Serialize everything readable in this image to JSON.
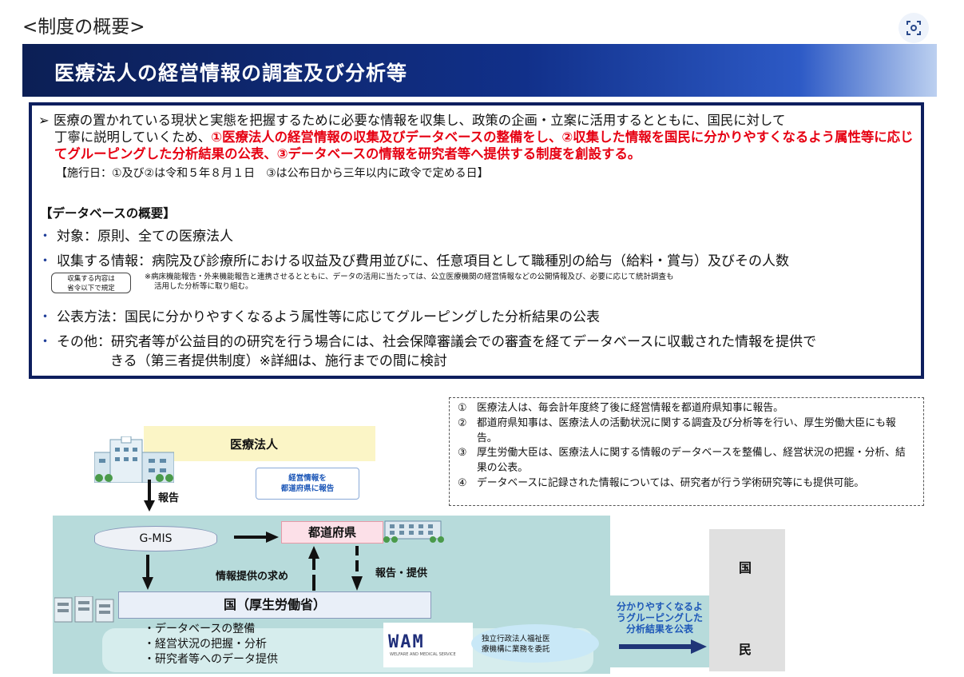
{
  "header": {
    "heading": "<制度の概要>",
    "banner_title": "医療法人の経営情報の調査及び分析等"
  },
  "summary": {
    "intro_a": "➢ 医療の置かれている現状と実態を把握するために必要な情報を収集し、政策の企画・立案に活用するとともに、国民に対して",
    "intro_b": "丁寧に説明していくため、",
    "intro_red": "①医療法人の経営情報の収集及びデータベースの整備をし、②収集した情報を国民に分かりやすくなるよう属性等に応じてグルーピングした分析結果の公表、③データベースの情報を研究者等へ提供する制度を創設する。",
    "enforcement": "【施行日：①及び②は令和５年８月１日　③は公布日から三年以内に政令で定める日】",
    "db_heading": "【データベースの概要】",
    "bullet_mark": "・",
    "b1": "対象：原則、全ての医療法人",
    "b2": "収集する情報：病院及び診療所における収益及び費用並びに、任意項目として職種別の給与（給料・賞与）及びその人数",
    "note_box_1": "収集する内容は",
    "note_box_2": "省令以下で規定",
    "note_1": "※病床機能報告・外来機能報告と連携させるとともに、データの活用に当たっては、公立医療機関の経営情報などの公開情報及び、必要に応じて統計調査も",
    "note_2": "活用した分析等に取り組む。",
    "b3": "公表方法：国民に分かりやすくなるよう属性等に応じてグルーピングした分析結果の公表",
    "b4_a": "その他：研究者等が公益目的の研究を行う場合には、社会保障審議会での審査を経てデータベースに収載された情報を提供で",
    "b4_b": "きる（第三者提供制度）※詳細は、施行までの間に検討"
  },
  "steps": [
    {
      "n": "①",
      "text": "医療法人は、毎会計年度終了後に経営情報を都道府県知事に報告。"
    },
    {
      "n": "②",
      "text": "都道府県知事は、医療法人の活動状況に関する調査及び分析等を行い、厚生労働大臣にも報告。"
    },
    {
      "n": "③",
      "text": "厚生労働大臣は、医療法人に関する情報のデータベースを整備し、経営状況の把握・分析、結果の公表。"
    },
    {
      "n": "④",
      "text": "データベースに記録された情報については、研究者が行う学術研究等にも提供可能。"
    }
  ],
  "diagram": {
    "corp": "医療法人",
    "callout_1": "経営情報を",
    "callout_2": "都道府県に報告",
    "report": "報告",
    "gmis": "G-MIS",
    "pref": "都道府県",
    "info_req": "情報提供の求め",
    "rep_prov": "報告・提供",
    "ministry": "国（厚生労働省）",
    "tasks": [
      "・データベースの整備",
      "・経営状況の把握・分析",
      "・研究者等へのデータ提供"
    ],
    "wam_logo": "WAM",
    "wam_sub": "WELFARE AND MEDICAL SERVICE",
    "wam_1": "独立行政法人福祉医",
    "wam_2": "療機構に業務を委託",
    "pub_1": "分かりやすくなるよ",
    "pub_2": "うグルーピングした",
    "pub_3": "分析結果を公表",
    "people_1": "国",
    "people_2": "民"
  },
  "colors": {
    "navy": "#0e1f5e",
    "red": "#e60012",
    "teal": "#b7dbdb",
    "blue_text": "#1e58b8"
  },
  "icons": [
    "lens-icon",
    "hospital-icon",
    "building-icon"
  ]
}
